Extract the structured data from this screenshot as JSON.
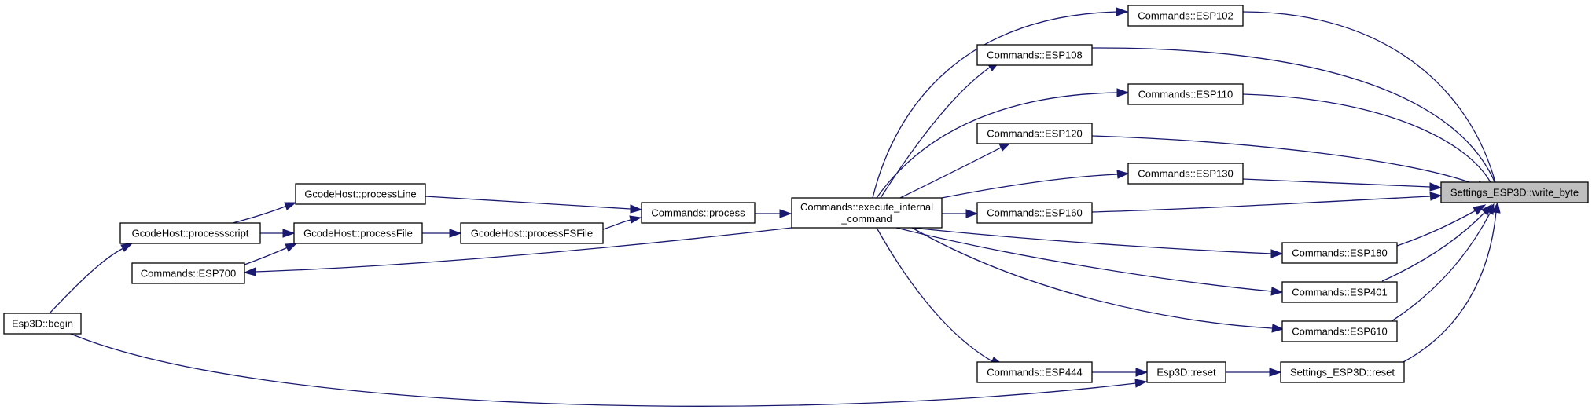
{
  "graph": {
    "nodes": {
      "write_byte": {
        "label": "Settings_ESP3D::write_byte",
        "highlight": true
      },
      "esp102": {
        "label": "Commands::ESP102"
      },
      "esp108": {
        "label": "Commands::ESP108"
      },
      "esp110": {
        "label": "Commands::ESP110"
      },
      "esp120": {
        "label": "Commands::ESP120"
      },
      "esp130": {
        "label": "Commands::ESP130"
      },
      "esp160": {
        "label": "Commands::ESP160"
      },
      "esp180": {
        "label": "Commands::ESP180"
      },
      "esp401": {
        "label": "Commands::ESP401"
      },
      "esp610": {
        "label": "Commands::ESP610"
      },
      "esp444": {
        "label": "Commands::ESP444"
      },
      "esp3d_reset": {
        "label": "Esp3D::reset"
      },
      "settings_reset": {
        "label": "Settings_ESP3D::reset"
      },
      "exec_cmd": {
        "label_line1": "Commands::execute_internal",
        "label_line2": "_command"
      },
      "process": {
        "label": "Commands::process"
      },
      "processLine": {
        "label": "GcodeHost::processLine"
      },
      "processFile": {
        "label": "GcodeHost::processFile"
      },
      "processFSFile": {
        "label": "GcodeHost::processFSFile"
      },
      "processscript": {
        "label": "GcodeHost::processscript"
      },
      "esp700": {
        "label": "Commands::ESP700"
      },
      "begin": {
        "label": "Esp3D::begin"
      }
    },
    "edges": [
      {
        "from": "esp102",
        "to": "write_byte"
      },
      {
        "from": "esp108",
        "to": "write_byte"
      },
      {
        "from": "esp110",
        "to": "write_byte"
      },
      {
        "from": "esp120",
        "to": "write_byte"
      },
      {
        "from": "esp130",
        "to": "write_byte"
      },
      {
        "from": "esp160",
        "to": "write_byte"
      },
      {
        "from": "esp180",
        "to": "write_byte"
      },
      {
        "from": "esp401",
        "to": "write_byte"
      },
      {
        "from": "esp610",
        "to": "write_byte"
      },
      {
        "from": "settings_reset",
        "to": "write_byte"
      },
      {
        "from": "exec_cmd",
        "to": "esp102"
      },
      {
        "from": "exec_cmd",
        "to": "esp108"
      },
      {
        "from": "exec_cmd",
        "to": "esp110"
      },
      {
        "from": "exec_cmd",
        "to": "esp120"
      },
      {
        "from": "exec_cmd",
        "to": "esp130"
      },
      {
        "from": "exec_cmd",
        "to": "esp160"
      },
      {
        "from": "exec_cmd",
        "to": "esp180"
      },
      {
        "from": "exec_cmd",
        "to": "esp401"
      },
      {
        "from": "exec_cmd",
        "to": "esp610"
      },
      {
        "from": "exec_cmd",
        "to": "esp444"
      },
      {
        "from": "exec_cmd",
        "to": "esp700"
      },
      {
        "from": "esp444",
        "to": "esp3d_reset"
      },
      {
        "from": "esp3d_reset",
        "to": "settings_reset"
      },
      {
        "from": "begin",
        "to": "esp3d_reset"
      },
      {
        "from": "process",
        "to": "exec_cmd"
      },
      {
        "from": "processLine",
        "to": "process"
      },
      {
        "from": "processFSFile",
        "to": "process"
      },
      {
        "from": "processFile",
        "to": "processFSFile"
      },
      {
        "from": "processscript",
        "to": "processLine"
      },
      {
        "from": "processscript",
        "to": "processFile"
      },
      {
        "from": "esp700",
        "to": "processFile"
      },
      {
        "from": "begin",
        "to": "processscript"
      }
    ]
  },
  "colors": {
    "edge": "#191970",
    "node_fill": "#ffffff",
    "node_highlight_fill": "#bfbfbf",
    "node_border": "#000000"
  }
}
